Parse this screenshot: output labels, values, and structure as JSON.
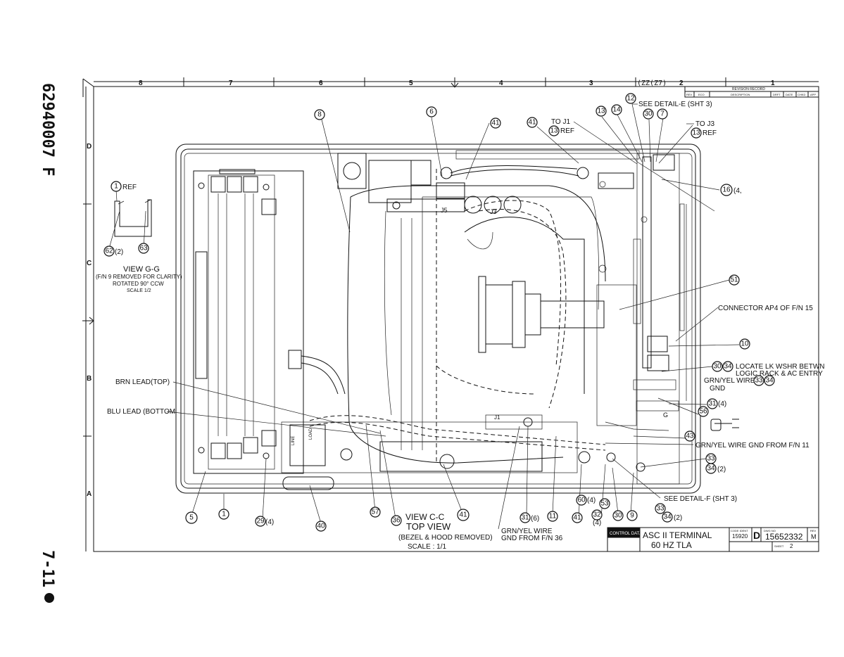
{
  "margin_text": {
    "part_number": "62940007 F",
    "page_number": "7-11"
  },
  "zone_numbers": [
    "8",
    "7",
    "6",
    "5",
    "4",
    "3",
    "2",
    "1"
  ],
  "zone_letters": [
    "D",
    "C",
    "B",
    "A"
  ],
  "revision_block": {
    "title": "REVISION RECORD",
    "headers": [
      "REV",
      "ECO",
      "DESCRIPTION",
      "DRFT",
      "DATE",
      "CHKD",
      "APP"
    ]
  },
  "view_gg": {
    "ref_label": "REF",
    "lines": [
      "VIEW G-G",
      "(F/N 9 REMOVED FOR CLARITY)",
      "ROTATED 90° CCW",
      "SCALE 1/2"
    ]
  },
  "callouts": {
    "see_detail_e": "SEE DETAIL-E (SHT 3)",
    "to_j1": "TO J1",
    "to_j3": "TO J3",
    "ref": "REF",
    "connector_ap4": "CONNECTOR AP4 OF F/N 15",
    "locate_lk": "LOCATE LK WSHR BETWN",
    "logic_rack": "LOGIC RACK & AC ENTRY",
    "grn_yel_wire": "GRN/YEL WIRE",
    "gnd": "GND",
    "grn_yel_gnd_11": "GRN/YEL WIRE GND FROM F/N 11",
    "see_detail_f": "SEE DETAIL-F (SHT 3)",
    "brn_lead": "BRN LEAD(TOP)",
    "blu_lead": "BLU LEAD (BOTTOM",
    "grn_yel_36_a": "GRN/YEL WIRE",
    "grn_yel_36_b": "GND FROM F/N 36",
    "j5": "J5",
    "j3": "J3",
    "j1": "J1",
    "line": "LINE",
    "load": "LOAD",
    "g": "G"
  },
  "balloons": [
    "8",
    "6",
    "41",
    "41",
    "13",
    "12",
    "13",
    "14",
    "30",
    "7",
    "13",
    "16",
    "51",
    "10",
    "30",
    "34",
    "33",
    "34",
    "31",
    "56",
    "43",
    "33",
    "34",
    "53",
    "32",
    "30",
    "9",
    "33",
    "34",
    "1",
    "62",
    "63",
    "5",
    "1",
    "29",
    "40",
    "57",
    "36",
    "41",
    "31",
    "11",
    "60",
    "41"
  ],
  "qty_marks": [
    "(4,",
    "(2)",
    "(4)",
    "(4)",
    "(2)",
    "(4)",
    "(6)",
    "(4)",
    "(2)"
  ],
  "top_view": {
    "lines": [
      "VIEW C-C",
      "TOP VIEW",
      "(BEZEL & HOOD REMOVED)",
      "SCALE : 1/1"
    ]
  },
  "title_block": {
    "company": "CONTROL DATA",
    "title_line1": "ASC II TERMINAL",
    "title_line2": "60 HZ TLA",
    "code_ident_label": "CODE IDENT",
    "code_ident": "15920",
    "size": "D",
    "dwg_no_label": "DWG NO",
    "dwg_no": "15652332",
    "rev_label": "REV",
    "rev": "M",
    "sheet_label": "SHEET",
    "sheet": "2"
  },
  "top_code": "(ZZ(Z7)"
}
